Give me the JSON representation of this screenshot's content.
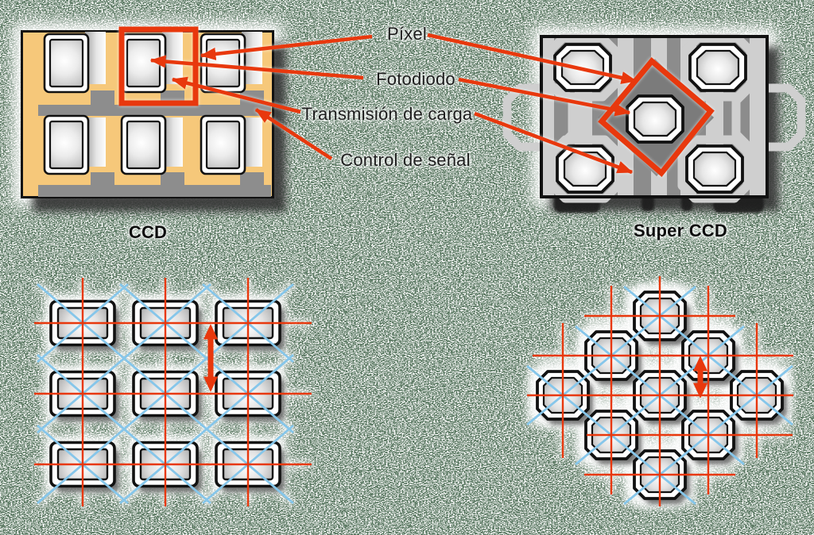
{
  "diagram": {
    "annotations": {
      "pixel": "Píxel",
      "photodiode": "Fotodiodo",
      "charge_transfer": "Transmisión de carga",
      "signal_control": "Control de señal"
    },
    "panels": {
      "ccd_caption": "CCD",
      "super_ccd_caption": "Super CCD"
    },
    "colors": {
      "annotation_red": "#e8380d",
      "diagonal_blue": "#86c6ea",
      "ccd_substrate_orange": "#f6c87a",
      "gate_gray": "#8d8d8d",
      "super_ccd_gray": "#8c8c8c",
      "super_ccd_light_gray": "#cfcfcf",
      "background_dither_green": "#4d6d54"
    }
  }
}
